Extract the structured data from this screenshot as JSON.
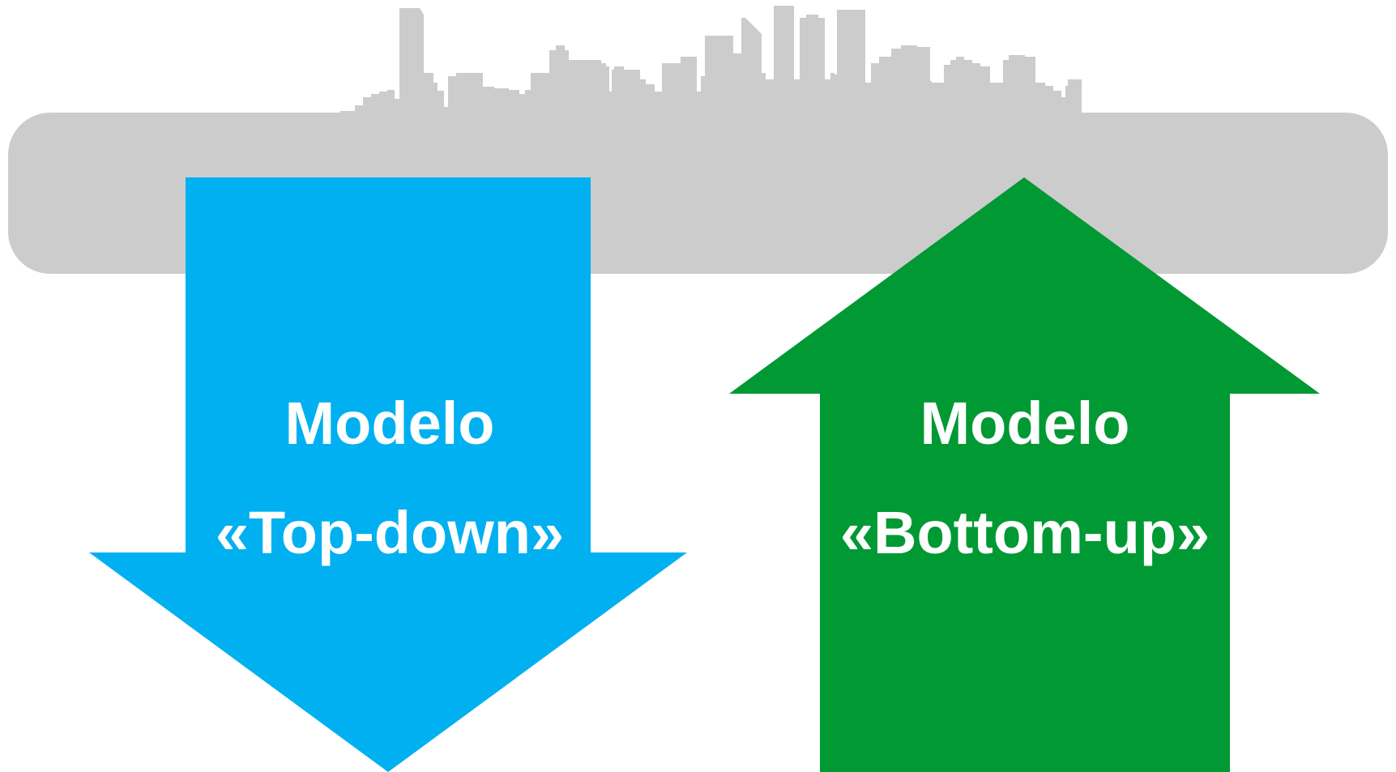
{
  "colors": {
    "background": "#ffffff",
    "band": "#cccccd",
    "skyline": "#cccccd",
    "top_down_arrow": "#00b0f0",
    "bottom_up_arrow": "#009933",
    "label_text": "#ffffff"
  },
  "icons": {
    "skyline": "city-skyline-icon"
  },
  "top_down": {
    "line1": "Modelo",
    "line2": "«Top-down»",
    "direction": "down"
  },
  "bottom_up": {
    "line1": "Modelo",
    "line2": "«Bottom-up»",
    "direction": "up"
  }
}
